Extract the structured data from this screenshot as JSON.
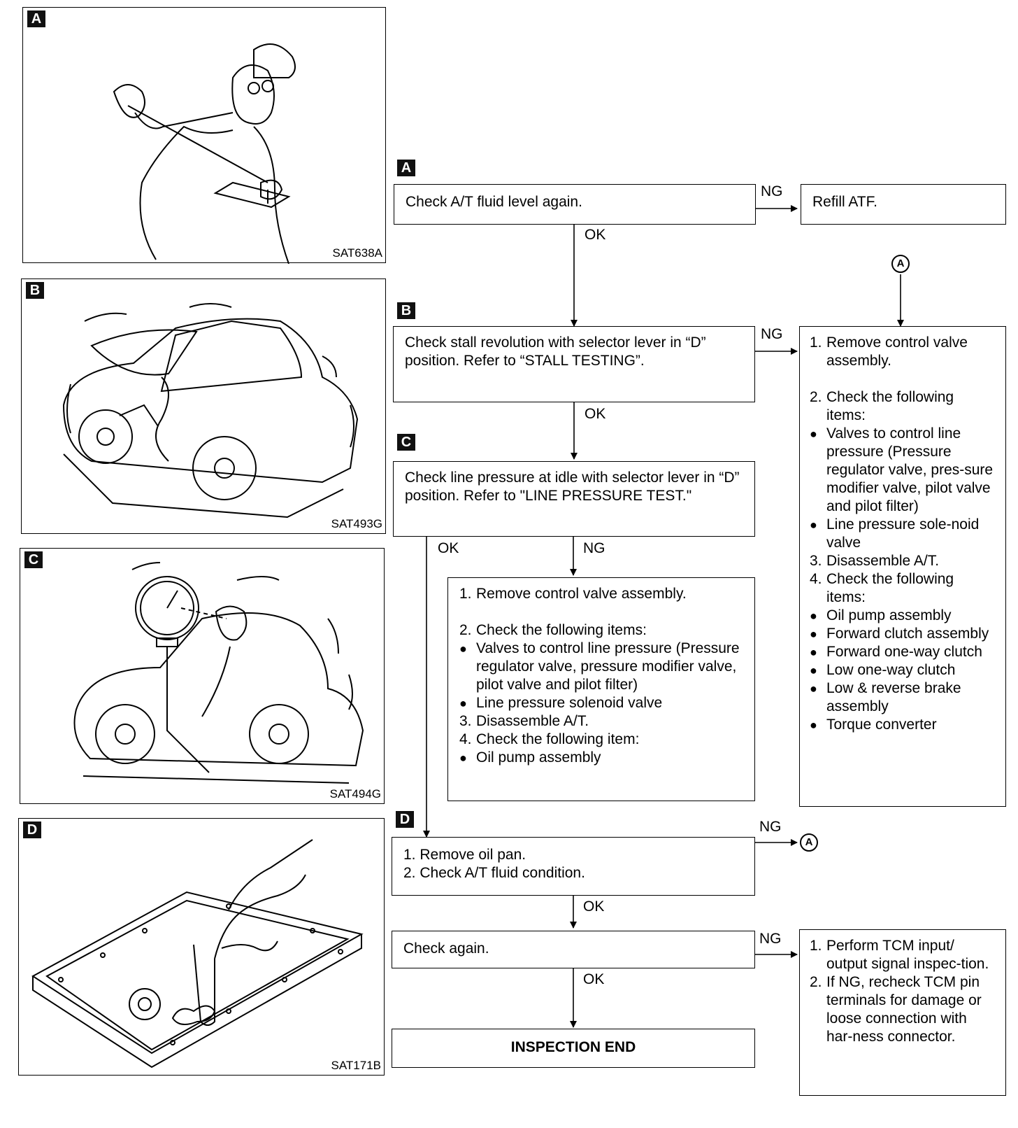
{
  "panels": [
    {
      "tag": "A",
      "code": "SAT638A",
      "icon": "mechanic-checking-dipstick"
    },
    {
      "tag": "B",
      "code": "SAT493G",
      "icon": "car-stall-test"
    },
    {
      "tag": "C",
      "code": "SAT494G",
      "icon": "car-line-pressure-gauge"
    },
    {
      "tag": "D",
      "code": "SAT171B",
      "icon": "oil-pan-finger"
    }
  ],
  "steps": {
    "a": {
      "tag": "A",
      "text": "Check A/T fluid level again."
    },
    "refill": {
      "text": "Refill ATF."
    },
    "b": {
      "tag": "B",
      "text": "Check stall revolution with selector lever in “D” position. Refer to “STALL TESTING”."
    },
    "c": {
      "tag": "C",
      "text": "Check line pressure at idle with selector lever in “D” position. Refer to \"LINE PRESSURE TEST.\""
    },
    "d": {
      "tag": "D",
      "items": [
        "1. Remove oil pan.",
        "2. Check A/T fluid condition."
      ]
    },
    "again": {
      "text": "Check again."
    },
    "end": {
      "text": "INSPECTION END"
    }
  },
  "labels": {
    "ok": "OK",
    "ng": "NG",
    "connector": "A"
  },
  "box_c_ng": {
    "step1_num": "1.",
    "step1": "Remove control valve assembly.",
    "step2_num": "2.",
    "step2": "Check the following items:",
    "step2_items": [
      "Valves to control line pressure (Pressure regulator valve, pressure modifier valve, pilot valve and pilot filter)",
      "Line pressure solenoid valve"
    ],
    "step3_num": "3.",
    "step3": "Disassemble A/T.",
    "step4_num": "4.",
    "step4": "Check the following item:",
    "step4_items": [
      "Oil pump assembly"
    ]
  },
  "box_b_ng": {
    "step1_num": "1.",
    "step1": "Remove control valve assembly.",
    "step2_num": "2.",
    "step2": "Check the following items:",
    "step2_items": [
      "Valves to control line pressure (Pressure regulator valve, pres-sure modifier valve, pilot valve and pilot filter)",
      "Line pressure sole-noid valve"
    ],
    "step3_num": "3.",
    "step3": "Disassemble A/T.",
    "step4_num": "4.",
    "step4": "Check the following items:",
    "step4_items": [
      "Oil pump assembly",
      "Forward clutch assembly",
      "Forward one-way clutch",
      "Low one-way clutch",
      "Low & reverse brake assembly",
      "Torque converter"
    ]
  },
  "box_again_ng": {
    "items": [
      {
        "num": "1.",
        "text": "Perform TCM input/ output signal inspec-tion."
      },
      {
        "num": "2.",
        "text": "If NG, recheck TCM pin terminals for damage or loose connection with har-ness connector."
      }
    ]
  }
}
